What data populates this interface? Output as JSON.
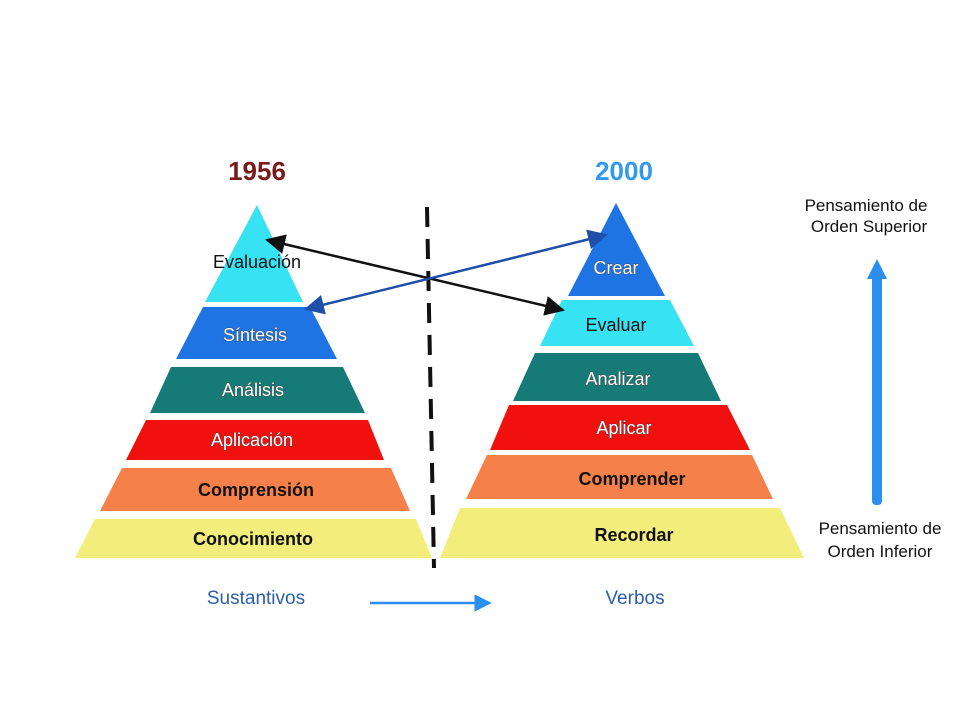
{
  "left_pyramid": {
    "year": "1956",
    "year_color": "#7b1a1a",
    "levels": [
      {
        "label": "Evaluación",
        "color": "#37e3f2",
        "text_color": "#111111",
        "outlined": false,
        "bold": false
      },
      {
        "label": "Síntesis",
        "color": "#1f74e4",
        "text_color": "#ffffff",
        "outlined": true,
        "bold": false
      },
      {
        "label": "Análisis",
        "color": "#167a76",
        "text_color": "#ffffff",
        "outlined": true,
        "bold": false
      },
      {
        "label": "Aplicación",
        "color": "#f0100e",
        "text_color": "#ffffff",
        "outlined": true,
        "bold": false
      },
      {
        "label": "Comprensión",
        "color": "#f5804a",
        "text_color": "#111111",
        "outlined": false,
        "bold": true
      },
      {
        "label": "Conocimiento",
        "color": "#f3ee7c",
        "text_color": "#111111",
        "outlined": false,
        "bold": true
      }
    ],
    "caption": "Sustantivos"
  },
  "right_pyramid": {
    "year": "2000",
    "year_color": "#3399ee",
    "levels": [
      {
        "label": "Crear",
        "color": "#1f74e4",
        "text_color": "#ffffff",
        "outlined": true,
        "bold": false
      },
      {
        "label": "Evaluar",
        "color": "#37e3f2",
        "text_color": "#111111",
        "outlined": false,
        "bold": false
      },
      {
        "label": "Analizar",
        "color": "#167a76",
        "text_color": "#ffffff",
        "outlined": true,
        "bold": false
      },
      {
        "label": "Aplicar",
        "color": "#f0100e",
        "text_color": "#ffffff",
        "outlined": true,
        "bold": false
      },
      {
        "label": "Comprender",
        "color": "#f5804a",
        "text_color": "#111111",
        "outlined": false,
        "bold": true
      },
      {
        "label": "Recordar",
        "color": "#f3ee7c",
        "text_color": "#111111",
        "outlined": false,
        "bold": true
      }
    ],
    "caption": "Verbos"
  },
  "higher_order": {
    "line1": "Pensamiento de",
    "line2": "Orden Superior"
  },
  "lower_order": {
    "line1": "Pensamiento de",
    "line2": "Orden Inferior"
  },
  "colors": {
    "vertical_arrow": "#2a8ff0",
    "bottom_arrow": "#2a8ff0",
    "cross_arrow_black": "#111111",
    "cross_arrow_blue": "#1f4fa8",
    "divider": "#111111",
    "outline": "#444444"
  }
}
